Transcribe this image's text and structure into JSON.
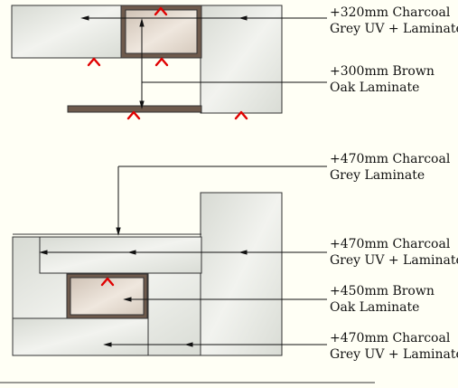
{
  "annotations": [
    {
      "id": "top-charcoal",
      "line1": "+320mm Charcoal",
      "line2": "Grey UV + Laminate"
    },
    {
      "id": "top-brown",
      "line1": "+300mm Brown",
      "line2": "Oak Laminate"
    },
    {
      "id": "bottom-charcoal-lam",
      "line1": "+470mm Charcoal",
      "line2": "Grey Laminate"
    },
    {
      "id": "bottom-charcoal-uv-1",
      "line1": "+470mm Charcoal",
      "line2": "Grey UV + Laminate"
    },
    {
      "id": "bottom-brown",
      "line1": "+450mm Brown",
      "line2": "Oak Laminate"
    },
    {
      "id": "bottom-charcoal-uv-2",
      "line1": "+470mm Charcoal",
      "line2": "Grey UV + Laminate"
    }
  ],
  "colors": {
    "background": "#fffff5",
    "panel": "#e6e8e2",
    "brown_oak": "#6e5a4c",
    "brown_oak_fill": "#ded3c8",
    "marker": "#e00000",
    "line": "#111111"
  }
}
